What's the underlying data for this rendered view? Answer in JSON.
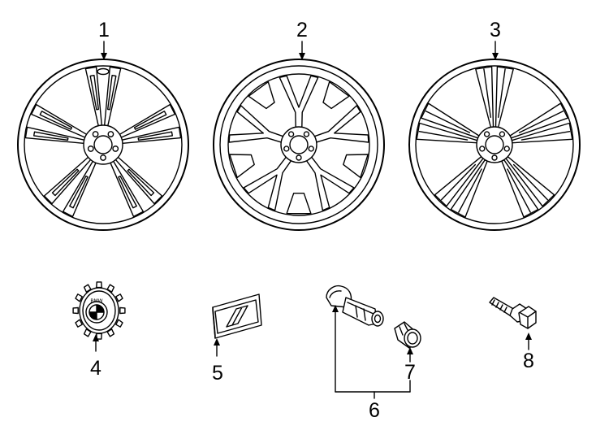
{
  "diagram": {
    "parts": [
      {
        "id": "wheel-1",
        "callout": "1"
      },
      {
        "id": "wheel-2",
        "callout": "2"
      },
      {
        "id": "wheel-3",
        "callout": "3"
      },
      {
        "id": "center-cap",
        "callout": "4"
      },
      {
        "id": "emblem-badge",
        "callout": "5"
      },
      {
        "id": "tpms-sensor",
        "callout": "6"
      },
      {
        "id": "valve-cap",
        "callout": "7"
      },
      {
        "id": "lug-bolt",
        "callout": "8"
      }
    ],
    "center_cap_letters": "BMW"
  }
}
